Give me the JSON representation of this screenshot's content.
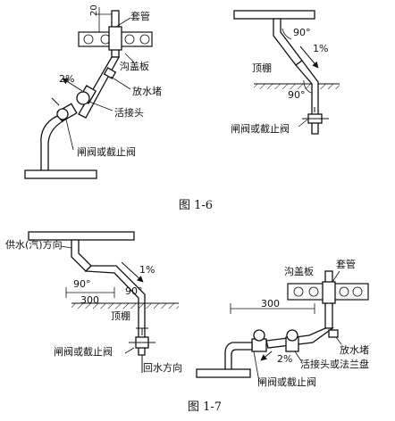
{
  "figure_1_6": {
    "caption": "图 1-6",
    "left": {
      "dim_20": "20",
      "sleeve": "套管",
      "trench_cover": "沟盖板",
      "slope": "2%",
      "drain_plug": "放水堵",
      "union": "活接头",
      "gate_valve": "闸阀或截止阀"
    },
    "right": {
      "angle_top": "90°",
      "slope": "1%",
      "ceiling": "顶棚",
      "angle_bottom": "90°",
      "gate_valve": "闸阀或截止阀"
    }
  },
  "figure_1_7": {
    "caption": "图 1-7",
    "left": {
      "supply_direction": "供水(汽)方向",
      "slope": "1%",
      "angle_a": "90°",
      "dim_300": "300",
      "angle_b": "90°",
      "ceiling": "顶棚",
      "gate_valve": "闸阀或截止阀",
      "return_direction": "回水方向"
    },
    "right": {
      "trench_cover": "沟盖板",
      "sleeve": "套管",
      "dim_300": "300",
      "drain_plug": "放水堵",
      "slope": "2%",
      "union_or_flange": "活接头或法兰盘",
      "gate_valve": "闸阀或截止阀"
    }
  }
}
